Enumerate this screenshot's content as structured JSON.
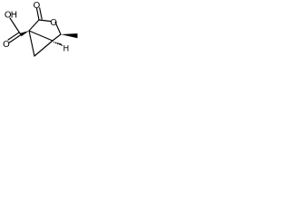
{
  "structure": {
    "atoms": {
      "carbonyl_oxygen": "O",
      "ring_oxygen": "O",
      "hydroxyl_oxygen": "O",
      "hydroxyl_hydrogen": "H",
      "carboxyl_oxygen": "O",
      "bridgehead_hydrogen": "H"
    },
    "colors": {
      "bonds": "#000000",
      "labels": "#000000",
      "background": "#ffffff"
    }
  }
}
